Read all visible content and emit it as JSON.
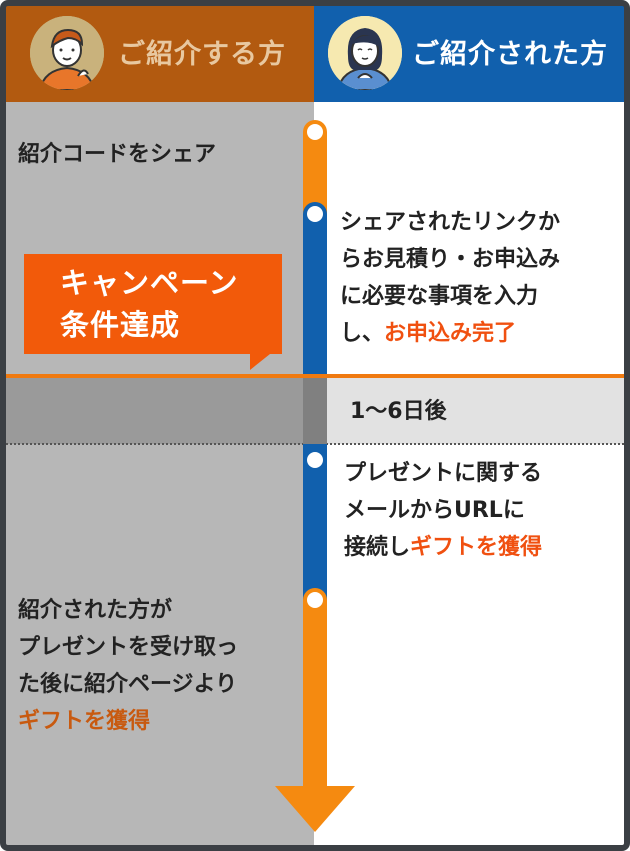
{
  "header": {
    "left_title": "ご紹介する方",
    "right_title": "ご紹介された方"
  },
  "steps": {
    "share_code": "紹介コードをシェア",
    "campaign_line1": "キャンペーン",
    "campaign_line2": "条件達成",
    "link_line1": "シェアされたリンクか",
    "link_line2": "らお見積り・お申込み",
    "link_line3": "に必要な事項を入力",
    "link_line4_plain": "し、",
    "link_line4_accent": "お申込み完了",
    "days": "1〜6日後",
    "mail_line1": "プレゼントに関する",
    "mail_line2": "メールからURLに",
    "mail_line3_plain": "接続し",
    "mail_line3_accent": "ギフトを獲得",
    "referrer_line1": "紹介された方が",
    "referrer_line2": "プレゼントを受け取っ",
    "referrer_line3": "た後に紹介ページより",
    "referrer_line4_accent": "ギフトを獲得"
  },
  "colors": {
    "left_header": "#b25a10",
    "right_header": "#1160ad",
    "accent_orange": "#f05010",
    "timeline_orange": "#f58a10",
    "timeline_blue": "#1160ad"
  }
}
